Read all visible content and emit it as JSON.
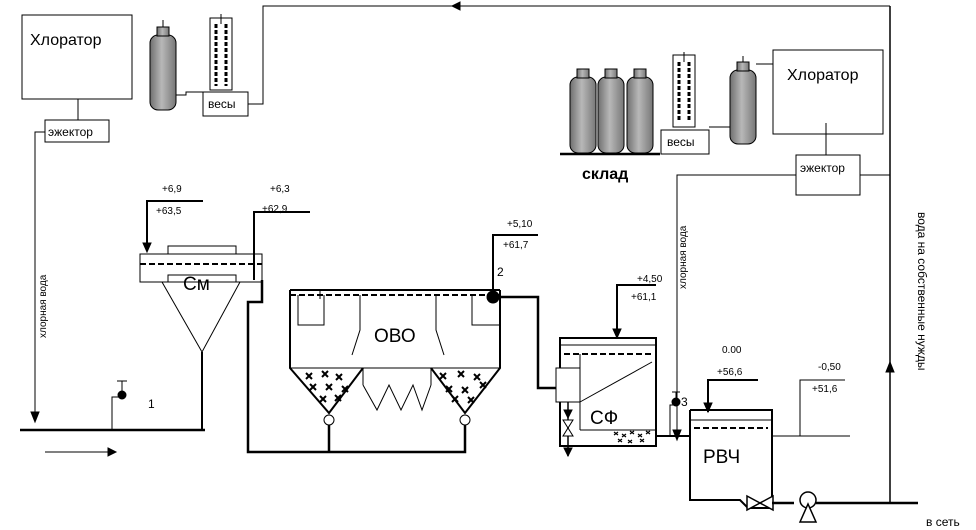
{
  "labels": {
    "chlorinator_left": "Хлоратор",
    "chlorinator_right": "Хлоратор",
    "ejector_left": "эжектор",
    "ejector_right": "эжектор",
    "scales_left": "весы",
    "scales_right": "весы",
    "warehouse": "склад",
    "mixer": "См",
    "ovo": "ОВО",
    "sf": "СФ",
    "rvch": "РВЧ",
    "chlorine_water_left": "хлорная вода",
    "chlorine_water_right": "хлорная вода",
    "own_needs_water": "вода на собственные нужды",
    "to_network": "в сеть",
    "point_1": "1",
    "point_2": "2",
    "point_3": "3"
  },
  "elevations": {
    "mixer_top": "+6,9",
    "mixer_level": "+63,5",
    "mixer_out_top": "+6,3",
    "mixer_out_level": "+62,9",
    "ovo_top": "+5,10",
    "ovo_level": "+61,7",
    "sf_top": "+4,50",
    "sf_level": "+61,1",
    "rvch_top": "0.00",
    "rvch_level": "+56,6",
    "rvch_out_top": "-0,50",
    "rvch_out_level": "+51,6"
  }
}
